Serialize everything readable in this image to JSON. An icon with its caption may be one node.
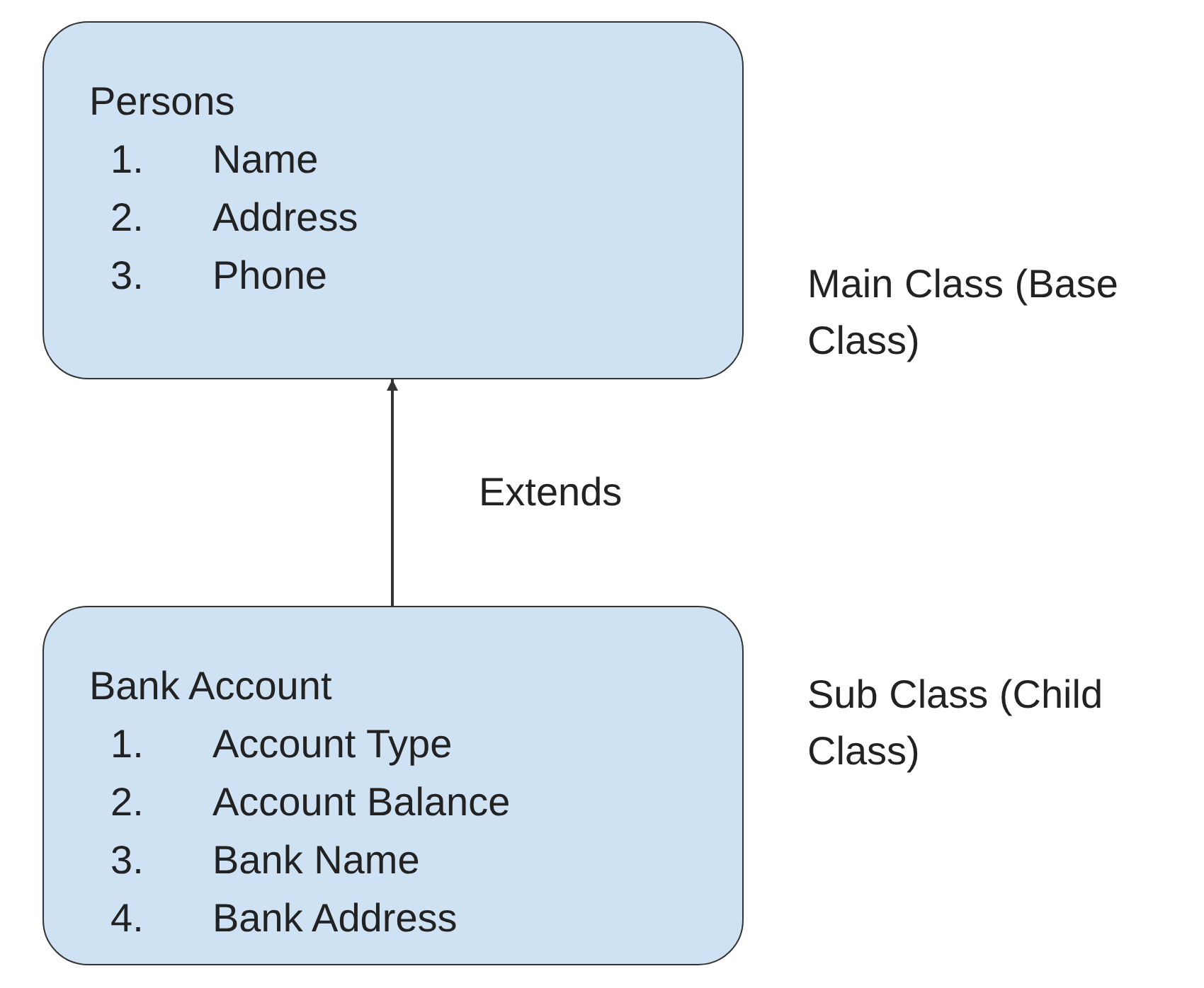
{
  "diagram": {
    "nodes": [
      {
        "text": [
          "Persons",
          "1. Name",
          "2. Address",
          "3. Phone"
        ],
        "beside": [
          "Main Class (Base Class)"
        ]
      },
      {
        "text": [
          "Bank Account",
          "1. Account Type",
          "2. Account Balance",
          "3. Bank Name",
          "4. Bank Address"
        ],
        "beside": [
          "Sub Class (Child Class)"
        ]
      }
    ],
    "edges": [
      {
        "from": 1,
        "to": 0,
        "arrow": "to",
        "label": "Extends"
      }
    ]
  }
}
